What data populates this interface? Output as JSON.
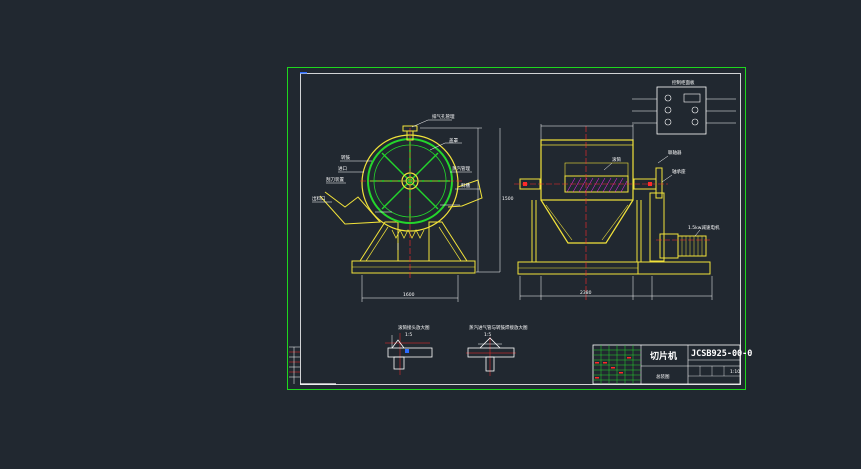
{
  "drawing": {
    "part_name": "切片机",
    "assembly_label": "总装图",
    "drawing_number": "JCSB925-00-0",
    "scale_mark": "1:10"
  },
  "side_view_labels": {
    "vent_pipe": "排气孔管理",
    "cover": "盖罩",
    "drum": "转鼓",
    "inlet": "进口",
    "steam_inlet": "蒸汽管理",
    "scraper": "刮刀装置",
    "feed_box": "料槽",
    "discharge": "出料口",
    "base_width": "1600"
  },
  "front_view_labels": {
    "drum_body": "滚筒",
    "coupling": "联轴器",
    "bearing": "轴承座",
    "motor": "1.5kw减速电机",
    "overall": "2380",
    "height": "1500"
  },
  "panel": {
    "title": "控制柜面板"
  },
  "details": {
    "detail_a": "滚筒接头放大图",
    "detail_a_scale": "1:5",
    "detail_b": "蒸汽进气管与转鼓焊接放大图",
    "detail_b_scale": "1:5"
  },
  "colors": {
    "background": "#212830",
    "border": "#1ed71e",
    "line_yellow": "#f2e33a",
    "line_white": "#ffffff",
    "line_green": "#24d62c",
    "line_red": "#ff2a2a",
    "line_magenta": "#ff2aff",
    "line_blue": "#2c6bff"
  }
}
